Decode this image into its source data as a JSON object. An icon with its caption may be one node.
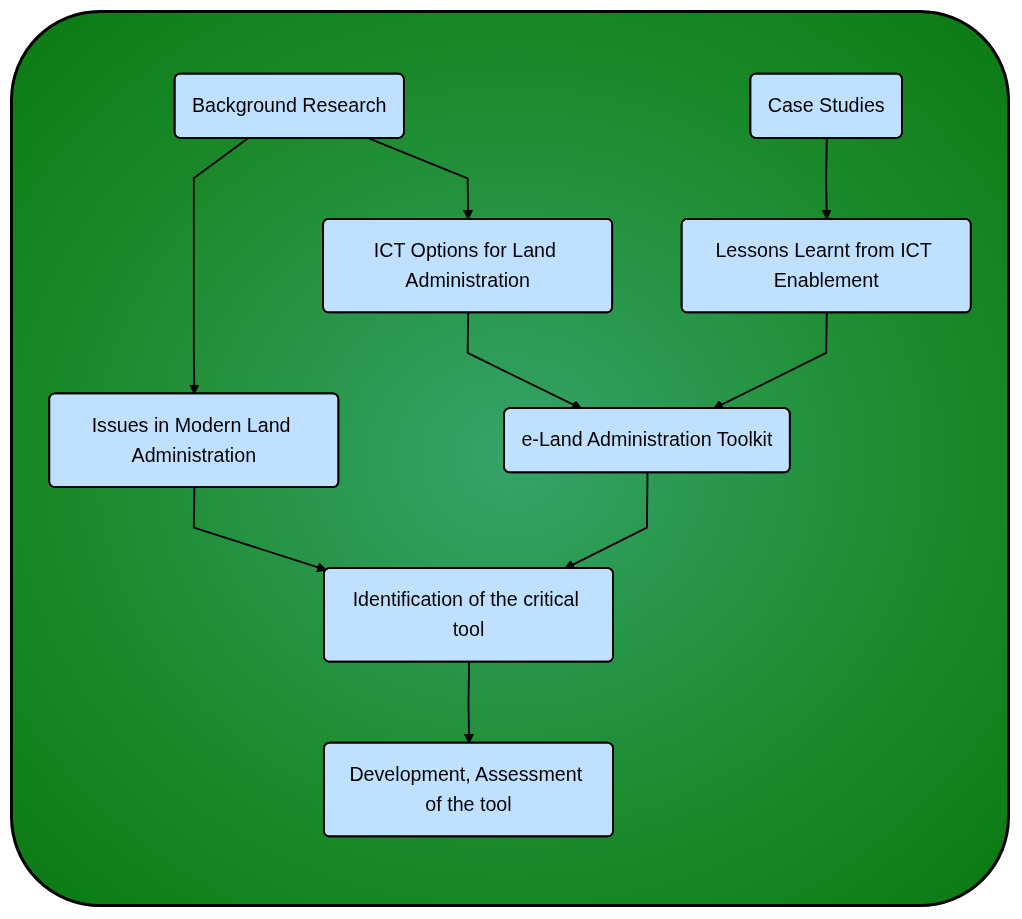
{
  "diagram": {
    "nodes": [
      {
        "text": [
          "Background Research"
        ]
      },
      {
        "text": [
          "Case Studies"
        ]
      },
      {
        "text": [
          "Issues in Modern Land Administration"
        ]
      },
      {
        "text": [
          "ICT Options for Land Administration"
        ]
      },
      {
        "text": [
          "Lessons Learnt from ICT Enablement"
        ]
      },
      {
        "text": [
          "Identification of the critical tool"
        ]
      },
      {
        "text": [
          "e-Land Administration Toolkit"
        ]
      },
      {
        "text": [
          "Development, Assessment of the tool"
        ]
      }
    ],
    "edges": [
      {
        "from": 0,
        "to": 2,
        "arrow": "to"
      },
      {
        "from": 0,
        "to": 3,
        "arrow": "to"
      },
      {
        "from": 1,
        "to": 4,
        "arrow": "to"
      },
      {
        "from": 2,
        "to": 5,
        "arrow": "to"
      },
      {
        "from": 3,
        "to": 6,
        "arrow": "to"
      },
      {
        "from": 4,
        "to": 6,
        "arrow": "to"
      },
      {
        "from": 6,
        "to": 5,
        "arrow": "to"
      },
      {
        "from": 5,
        "to": 7,
        "arrow": "to"
      }
    ]
  }
}
